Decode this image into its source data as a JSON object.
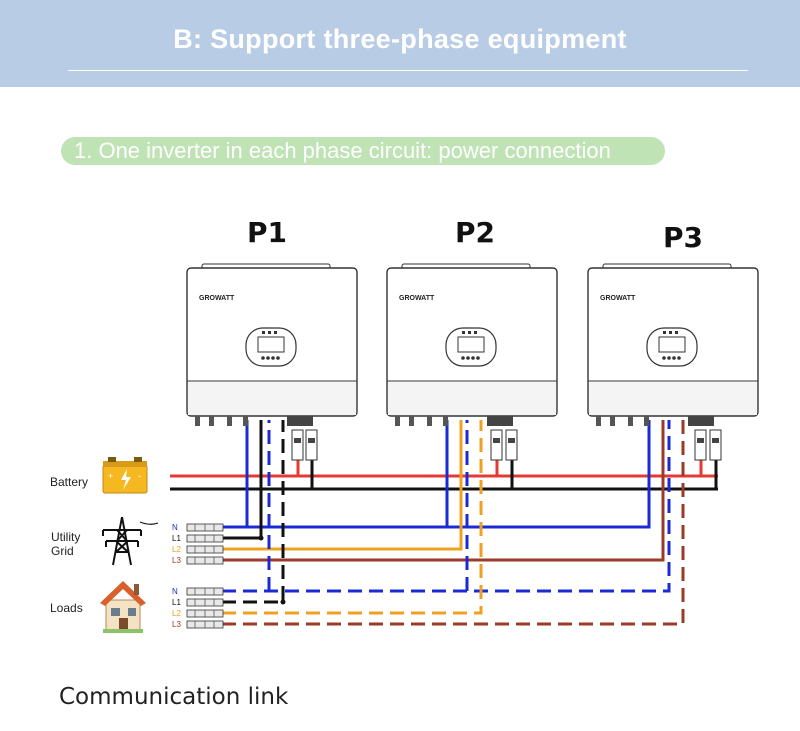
{
  "header": {
    "title": "B: Support three-phase equipment"
  },
  "section": {
    "subtitle": "1. One inverter in each phase circuit: power connection"
  },
  "inverters": [
    {
      "label": "P1",
      "brand": "GROWATT"
    },
    {
      "label": "P2",
      "brand": "GROWATT"
    },
    {
      "label": "P3",
      "brand": "GROWATT"
    }
  ],
  "sources": {
    "battery": "Battery",
    "utility_line1": "Utility",
    "utility_line2": "Grid",
    "loads": "Loads"
  },
  "utility_terminals": [
    "N",
    "L1",
    "L2",
    "L3"
  ],
  "load_terminals": [
    "N",
    "L1",
    "L2",
    "L3"
  ],
  "footer": {
    "text": "Communication link"
  },
  "colors": {
    "banner": "#b9cce6",
    "pill": "#bfe3b4",
    "battery_positive": "#e53935",
    "battery_negative": "#111111",
    "neutral": "#1a2bd6",
    "L1": "#111111",
    "L2": "#f0a020",
    "L3": "#9b3a28"
  },
  "icons": [
    "battery-icon",
    "transmission-tower-icon",
    "house-icon",
    "breaker-icon",
    "terminal-block-icon"
  ]
}
